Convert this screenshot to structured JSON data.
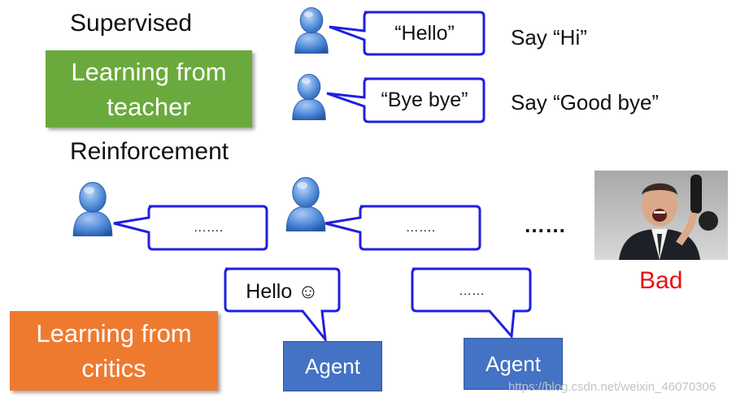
{
  "sections": {
    "supervised_title": "Supervised",
    "supervised_box": [
      "Learning from",
      "teacher"
    ],
    "reinforcement_title": "Reinforcement",
    "reinforcement_box": [
      "Learning from",
      "critics"
    ]
  },
  "supervised_examples": [
    {
      "bubble": "“Hello”",
      "instruction": "Say “Hi”"
    },
    {
      "bubble": "“Bye bye”",
      "instruction": "Say “Good bye”"
    }
  ],
  "reinforcement": {
    "critic_bubbles": [
      "…….",
      "……."
    ],
    "ellipsis": "……",
    "outcome_label": "Bad",
    "agents": [
      {
        "label": "Agent",
        "bubble": "Hello ☺"
      },
      {
        "label": "Agent",
        "bubble": "……"
      }
    ]
  },
  "watermark": "https://blog.csdn.net/weixin_46070306",
  "colors": {
    "teacher_box": "#6aaa3c",
    "critic_box": "#ee7a30",
    "agent_box": "#4472c4",
    "bubble_border": "#1f1fe0",
    "person_icon": "#4a86d8",
    "bad_text": "#e8100e"
  }
}
